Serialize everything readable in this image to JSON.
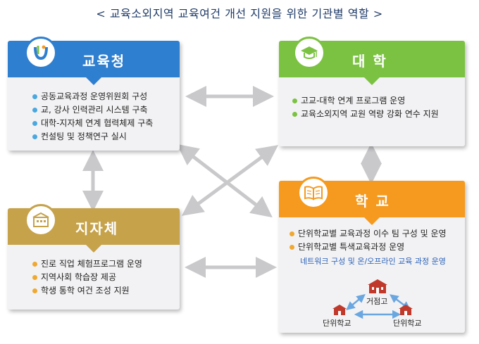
{
  "title": "< 교육소외지역 교육여건 개선 지원을 위한 기관별 역할 >",
  "nodes": {
    "office": {
      "title": "교육청",
      "icon": "education-office-logo-icon",
      "color": "#2f7fd0",
      "items": [
        "공동교육과정 운영위원회 구성",
        "교, 강사 인력관리 시스템 구축",
        "대학-지자체 연계 협력체제 구축",
        "컨설팅 및 정책연구 실시"
      ]
    },
    "university": {
      "title": "대 학",
      "icon": "graduation-cap-icon",
      "color": "#7cc242",
      "items": [
        "고교-대학 연계 프로그램 운영",
        "교육소외지역 교원 역량 강화 연수 지원"
      ]
    },
    "local_gov": {
      "title": "지자체",
      "icon": "government-building-icon",
      "color": "#c6a24a",
      "items": [
        "진로 직업 체험프로그램 운영",
        "지역사회 학습장 제공",
        "학생 통학 여건 조성 지원"
      ]
    },
    "school": {
      "title": "학 교",
      "icon": "open-book-icon",
      "color": "#f59a1e",
      "items": [
        "단위학교별 교육과정 이수 팀 구성 및 운영",
        "단위학교별 특색교육과정 운영"
      ],
      "note": "네트워크 구성 및 온/오프라인 교육 과정 운영",
      "network": {
        "hub": "거점고",
        "left": "단위학교",
        "right": "단위학교"
      }
    }
  },
  "connector_color": "#c9c9cc",
  "school_icon_color": "#c0392b"
}
